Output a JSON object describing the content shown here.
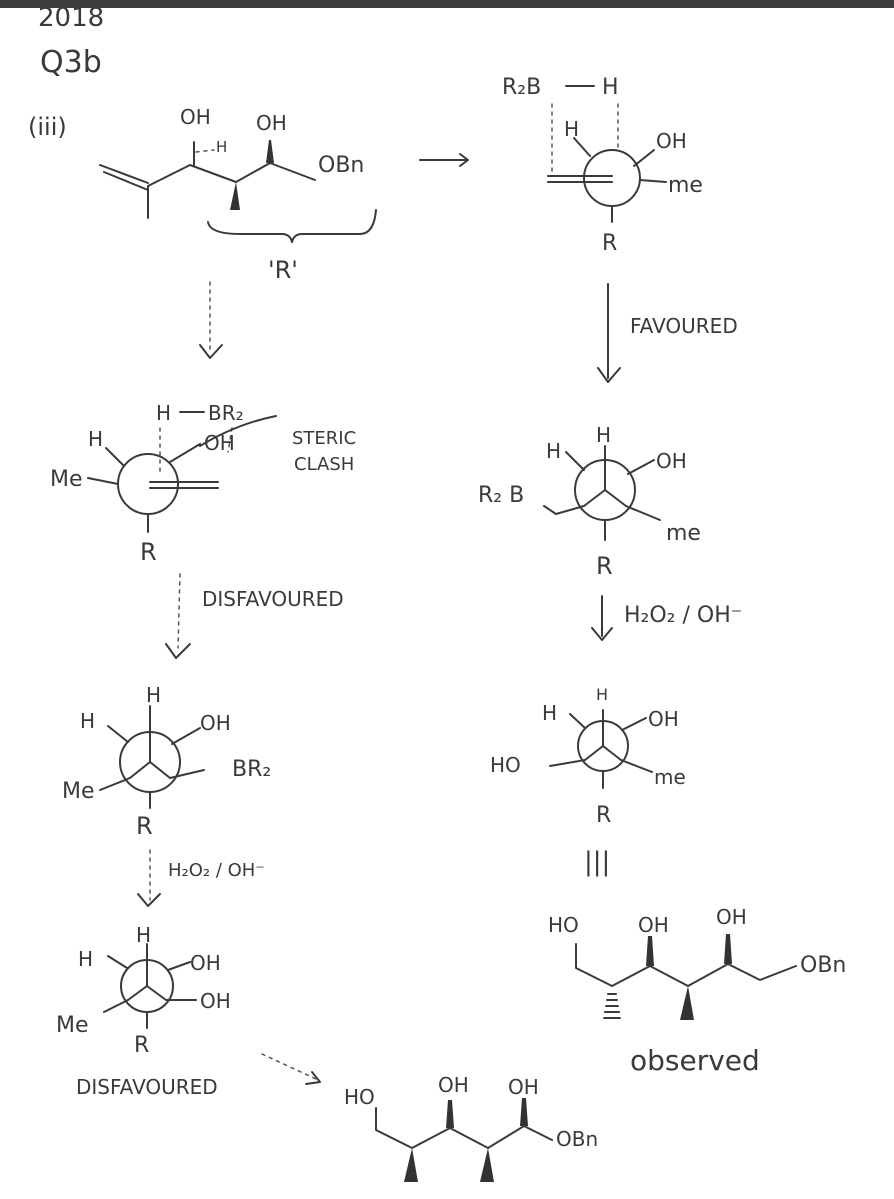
{
  "header": {
    "year_fragment": "2018",
    "question": "Q3b",
    "part": "(iii)"
  },
  "substrate": {
    "oh1": "OH",
    "h": "H",
    "oh2": "OH",
    "obn": "OBn",
    "r_brace": "'R'"
  },
  "top_right": {
    "r2b": "R₂B",
    "h_top": "H",
    "h_left": "H",
    "oh": "OH",
    "me": "me",
    "r": "R"
  },
  "favoured": {
    "label": "FAVOURED"
  },
  "left_newman1": {
    "h_top": "H",
    "br2": "BR₂",
    "h_left": "H",
    "oh": "OH",
    "me": "Me",
    "r": "R",
    "clash_line1": "STERIC",
    "clash_line2": "CLASH"
  },
  "disfavoured_label": {
    "text": "DISFAVOURED"
  },
  "right_newman2": {
    "h_top": "H",
    "h_left": "H",
    "oh": "OH",
    "r2b": "R₂ B",
    "me": "me",
    "r": "R"
  },
  "right_reagent": {
    "text": "H₂O₂ / OH⁻"
  },
  "right_newman3": {
    "h_top": "H",
    "h_left": "H",
    "oh": "OH",
    "ho": "HO",
    "me": "me",
    "r": "R",
    "equals": "|||"
  },
  "left_newman2": {
    "h_top": "H",
    "h_left": "H",
    "oh": "OH",
    "br2": "BR₂",
    "me": "Me",
    "r": "R"
  },
  "left_reagent": {
    "text": "H₂O₂ / OH⁻"
  },
  "left_newman3": {
    "h_top": "H",
    "h_left": "H",
    "oh1": "OH",
    "oh2": "OH",
    "me": "Me",
    "r": "R",
    "label": "DISFAVOURED"
  },
  "observed_product": {
    "ho": "HO",
    "oh1": "OH",
    "oh2": "OH",
    "obn": "OBn",
    "label": "observed"
  },
  "disfavoured_product": {
    "ho": "HO",
    "oh1": "OH",
    "oh2": "OH",
    "obn": "OBn"
  }
}
